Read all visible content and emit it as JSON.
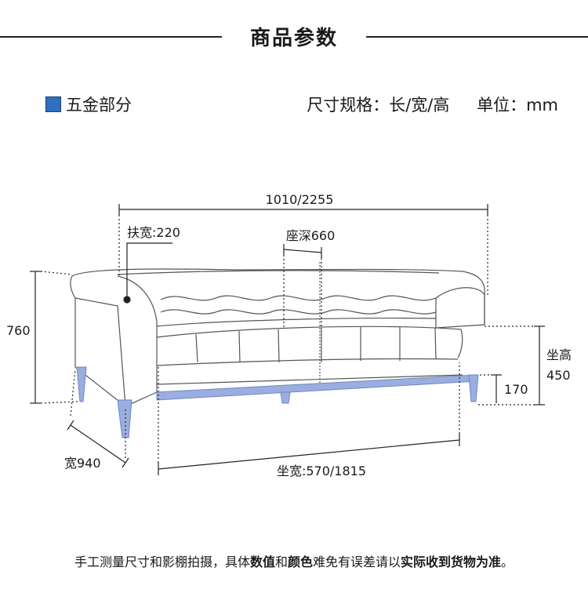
{
  "page": {
    "title": "商品参数",
    "section_label": "五金部分",
    "spec_text": "尺寸规格：长/宽/高",
    "unit_text": "单位：mm",
    "accent_color": "#2f6fc2",
    "leg_color": "#9aaee0"
  },
  "dimensions": {
    "length": "1010/2255",
    "armrest_width": "扶宽:220",
    "seat_depth": "座深660",
    "height": "760",
    "seat_height_label": "坐高",
    "seat_height_value": "450",
    "leg_height": "170",
    "depth": "宽940",
    "seat_width": "坐宽:570/1815"
  },
  "note": {
    "part1": "手工测量尺寸和影棚拍摄，具体",
    "bold1": "数值",
    "part2": "和",
    "bold2": "颜色",
    "part3": "难免有误差请以",
    "bold3": "实际收到货物为准",
    "part4": "。"
  }
}
